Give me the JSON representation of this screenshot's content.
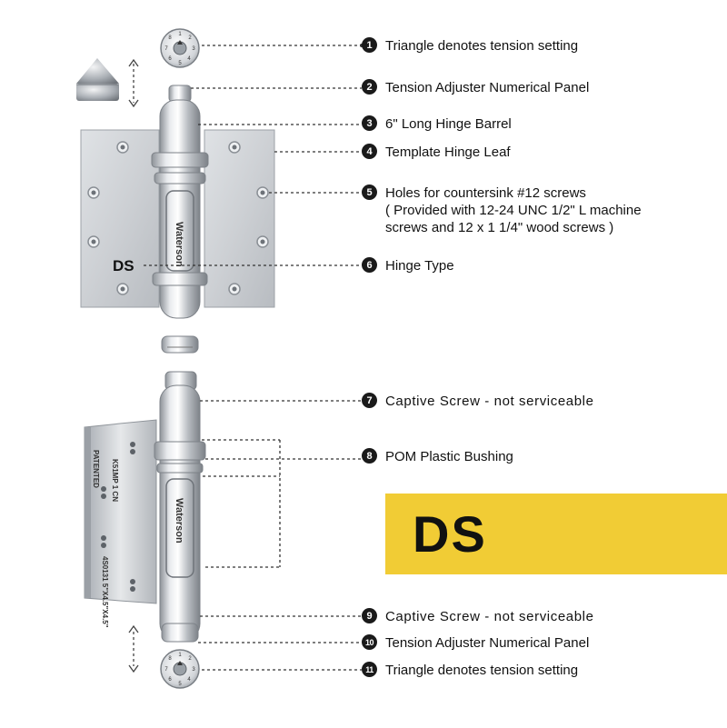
{
  "callouts": [
    {
      "num": "1",
      "text": "Triangle denotes tension setting"
    },
    {
      "num": "2",
      "text": "Tension Adjuster Numerical Panel"
    },
    {
      "num": "3",
      "text": "6\" Long Hinge Barrel"
    },
    {
      "num": "4",
      "text": "Template Hinge Leaf"
    },
    {
      "num": "5",
      "lines": [
        "Holes for countersink #12 screws",
        "( Provided with 12-24 UNC 1/2\" L machine",
        "screws and 12 x 1 1/4\" wood screws )"
      ]
    },
    {
      "num": "6",
      "text": "Hinge Type"
    },
    {
      "num": "7",
      "text": "Captive Screw - not serviceable"
    },
    {
      "num": "8",
      "text": "POM Plastic Bushing"
    },
    {
      "num": "9",
      "text": "Captive Screw - not serviceable"
    },
    {
      "num": "10",
      "text": "Tension Adjuster Numerical Panel"
    },
    {
      "num": "11",
      "text": "Triangle denotes tension setting"
    }
  ],
  "hinge_type_label": "DS",
  "badge_label": "DS",
  "brand": "Waterson",
  "leaf_stamps": {
    "col1": "PATENTED",
    "col2": "K51MP  1  CN",
    "col3": "4S0131  5\"X4.5\"X4.5\""
  },
  "colors": {
    "badge": "#f1cc35",
    "steel": "#c9ccd0",
    "leader": "#333333",
    "callout_marker": "#1a1a1a"
  },
  "icons": [
    "dial-icon",
    "cap-icon",
    "arrow-icon"
  ]
}
